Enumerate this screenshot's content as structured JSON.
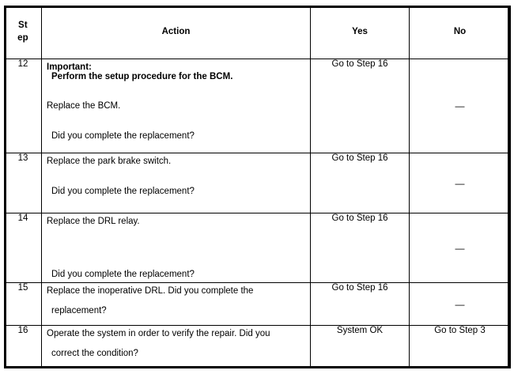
{
  "table": {
    "columns": [
      {
        "key": "step",
        "label_line1": "St",
        "label_line2": "ep"
      },
      {
        "key": "action",
        "label": "Action"
      },
      {
        "key": "yes",
        "label": "Yes"
      },
      {
        "key": "no",
        "label": "No"
      }
    ],
    "rows": [
      {
        "step": "12",
        "action_lines": [
          {
            "text": "Important:",
            "bold": true,
            "indent": false
          },
          {
            "text": "Perform the setup procedure for the BCM.",
            "bold": true,
            "indent": true
          },
          {
            "text": "Replace the BCM.",
            "bold": false,
            "indent": false
          },
          {
            "text": "Did you complete the replacement?",
            "bold": false,
            "indent": true
          }
        ],
        "yes": "Go to Step 16",
        "no": "—"
      },
      {
        "step": "13",
        "action_lines": [
          {
            "text": "Replace the park brake switch.",
            "bold": false,
            "indent": false
          },
          {
            "text": "Did you complete the replacement?",
            "bold": false,
            "indent": true
          }
        ],
        "yes": "Go to Step 16",
        "no": "—"
      },
      {
        "step": "14",
        "action_lines": [
          {
            "text": "Replace the DRL relay.",
            "bold": false,
            "indent": false
          },
          {
            "text": "Did you complete the replacement?",
            "bold": false,
            "indent": true
          }
        ],
        "yes": "Go to Step 16",
        "no": "—"
      },
      {
        "step": "15",
        "action_lines": [
          {
            "text": "Replace the inoperative DRL. Did you complete the",
            "bold": false,
            "indent": false
          },
          {
            "text": "replacement?",
            "bold": false,
            "indent": true
          }
        ],
        "yes": "Go to Step 16",
        "no": "—"
      },
      {
        "step": "16",
        "action_lines": [
          {
            "text": "Operate the system in order to verify the repair. Did you",
            "bold": false,
            "indent": false
          },
          {
            "text": "correct the condition?",
            "bold": false,
            "indent": true
          }
        ],
        "yes": "System OK",
        "no": "Go to Step 3"
      }
    ]
  },
  "colors": {
    "border": "#000000",
    "text": "#000000",
    "background": "#ffffff"
  }
}
